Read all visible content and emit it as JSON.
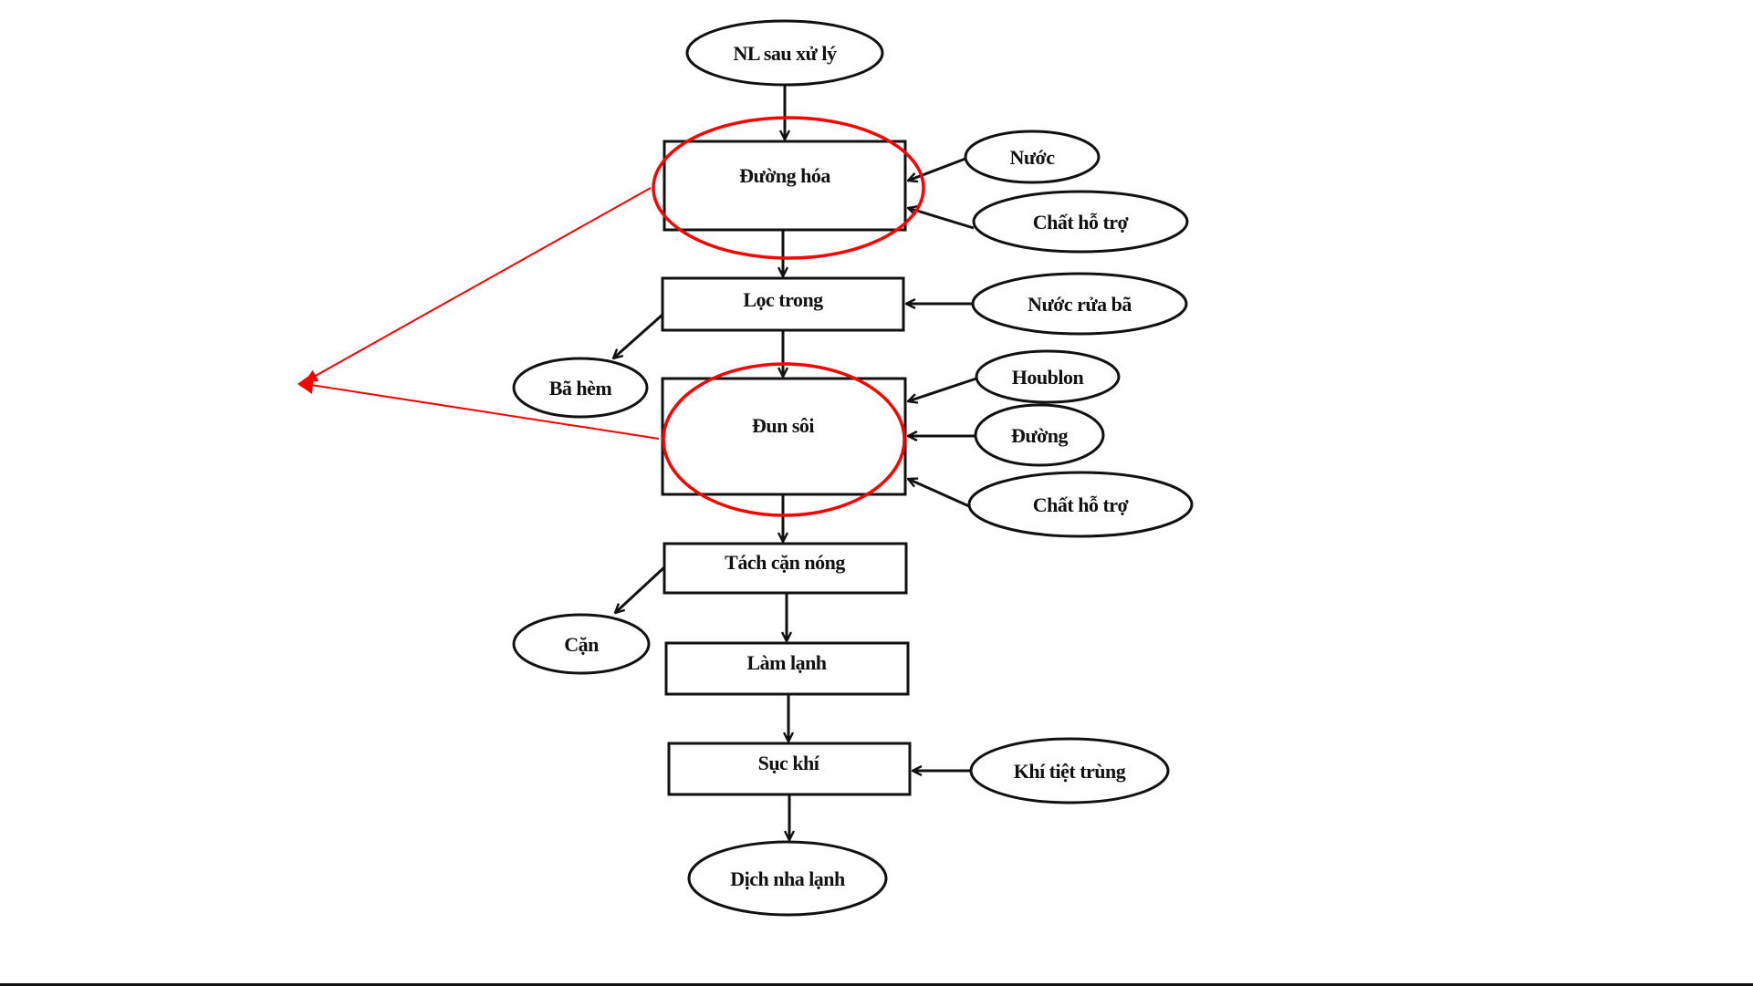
{
  "diagram": {
    "title": "",
    "colors": {
      "line": "#111111",
      "highlight": "#ff0000",
      "background": "#ffffff"
    },
    "nodes": {
      "nl_sau_xu_ly": {
        "label": "NL sau xử lý",
        "shape": "ellipse"
      },
      "duong_hoa": {
        "label": "Đường hóa",
        "shape": "rect"
      },
      "nuoc": {
        "label": "Nước",
        "shape": "ellipse"
      },
      "chat_ho_tro_1": {
        "label": "Chất hỗ trợ",
        "shape": "ellipse"
      },
      "loc_trong": {
        "label": "Lọc trong",
        "shape": "rect"
      },
      "nuoc_rua_ba": {
        "label": "Nước rửa bã",
        "shape": "ellipse"
      },
      "ba_hem": {
        "label": "Bã hèm",
        "shape": "ellipse"
      },
      "dun_soi": {
        "label": "Đun sôi",
        "shape": "rect"
      },
      "houblon": {
        "label": "Houblon",
        "shape": "ellipse"
      },
      "duong": {
        "label": "Đường",
        "shape": "ellipse"
      },
      "chat_ho_tro_2": {
        "label": "Chất hỗ trợ",
        "shape": "ellipse"
      },
      "tach_can_nong": {
        "label": "Tách cặn nóng",
        "shape": "rect"
      },
      "can": {
        "label": "Cặn",
        "shape": "ellipse"
      },
      "lam_lanh": {
        "label": "Làm lạnh",
        "shape": "rect"
      },
      "suc_khi": {
        "label": "Sục khí",
        "shape": "rect"
      },
      "khi_tiet_trung": {
        "label": "Khí tiệt trùng",
        "shape": "ellipse"
      },
      "dich_nha_lanh": {
        "label": "Dịch nha lạnh",
        "shape": "ellipse"
      }
    },
    "edges": [
      [
        "nl_sau_xu_ly",
        "duong_hoa"
      ],
      [
        "nuoc",
        "duong_hoa"
      ],
      [
        "chat_ho_tro_1",
        "duong_hoa"
      ],
      [
        "duong_hoa",
        "loc_trong"
      ],
      [
        "nuoc_rua_ba",
        "loc_trong"
      ],
      [
        "loc_trong",
        "ba_hem"
      ],
      [
        "loc_trong",
        "dun_soi"
      ],
      [
        "houblon",
        "dun_soi"
      ],
      [
        "duong",
        "dun_soi"
      ],
      [
        "chat_ho_tro_2",
        "dun_soi"
      ],
      [
        "dun_soi",
        "tach_can_nong"
      ],
      [
        "tach_can_nong",
        "can"
      ],
      [
        "tach_can_nong",
        "lam_lanh"
      ],
      [
        "lam_lanh",
        "suc_khi"
      ],
      [
        "khi_tiet_trung",
        "suc_khi"
      ],
      [
        "suc_khi",
        "dich_nha_lanh"
      ]
    ],
    "annotations": {
      "highlighted_nodes": [
        "duong_hoa",
        "dun_soi"
      ],
      "pointer": "red arrow pointing left from both highlighted steps"
    }
  }
}
